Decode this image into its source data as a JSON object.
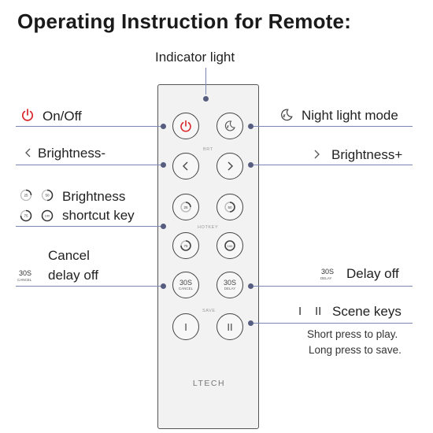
{
  "title": "Operating Instruction for Remote:",
  "labels": {
    "indicator": "Indicator light",
    "onoff": "On/Off",
    "night": "Night light mode",
    "bright_minus": "Brightness-",
    "bright_plus": "Brightness+",
    "shortcut_line1": "Brightness",
    "shortcut_line2": "shortcut key",
    "cancel_line1": "Cancel",
    "cancel_line2": "delay off",
    "cancel_icon_big": "30S",
    "cancel_icon_small": "CANCEL",
    "delay_off": "Delay off",
    "delay_icon_big": "30S",
    "delay_icon_small": "DELAY",
    "scene": "Scene keys",
    "scene_icon_1": "I",
    "scene_icon_2": "II",
    "short_press": "Short press to play.",
    "long_press": "Long press to save."
  },
  "remote": {
    "section_brt": "BRT",
    "section_hotkey": "HOTKEY",
    "section_save": "SAVE",
    "brand": "LTECH",
    "shortcut_values": [
      "25",
      "50",
      "75",
      "100"
    ],
    "btn_cancel_big": "30S",
    "btn_cancel_small": "CANCEL",
    "btn_delay_big": "30S",
    "btn_delay_small": "DELAY",
    "btn_scene_1": "I",
    "btn_scene_2": "II"
  },
  "colors": {
    "power_red": "#d9262b",
    "leader_line": "#7c86b4",
    "leader_dot": "#575d7e"
  }
}
